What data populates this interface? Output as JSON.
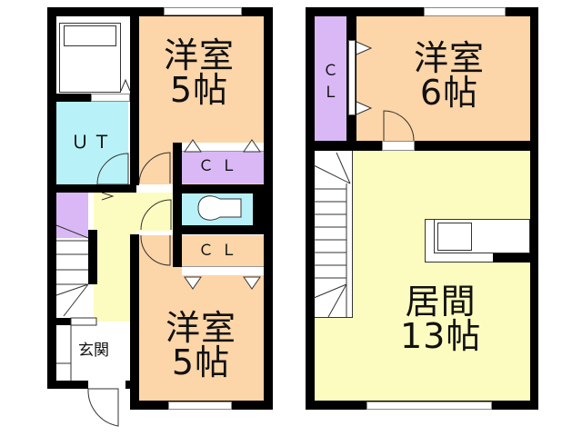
{
  "floor_plan": {
    "floor1": {
      "rooms": [
        {
          "id": "western-room-top",
          "name": "洋室",
          "size": "5帖"
        },
        {
          "id": "western-room-bottom",
          "name": "洋室",
          "size": "5帖"
        },
        {
          "id": "utility",
          "name": "ＵＴ"
        },
        {
          "id": "closet-1",
          "name": "ＣＬ"
        },
        {
          "id": "closet-2",
          "name": "ＣＬ"
        },
        {
          "id": "entrance",
          "name": "玄関"
        }
      ]
    },
    "floor2": {
      "rooms": [
        {
          "id": "western-room-6",
          "name": "洋室",
          "size": "6帖"
        },
        {
          "id": "closet-3",
          "name": "Ｃ",
          "name2": "Ｌ"
        },
        {
          "id": "living",
          "name": "居間",
          "size": "13帖"
        }
      ]
    },
    "colors": {
      "western_room": "#fcd5a8",
      "utility": "#b8f2f8",
      "closet": "#d9b8f5",
      "hall": "#fdfcc0",
      "wall": "#000000"
    }
  }
}
